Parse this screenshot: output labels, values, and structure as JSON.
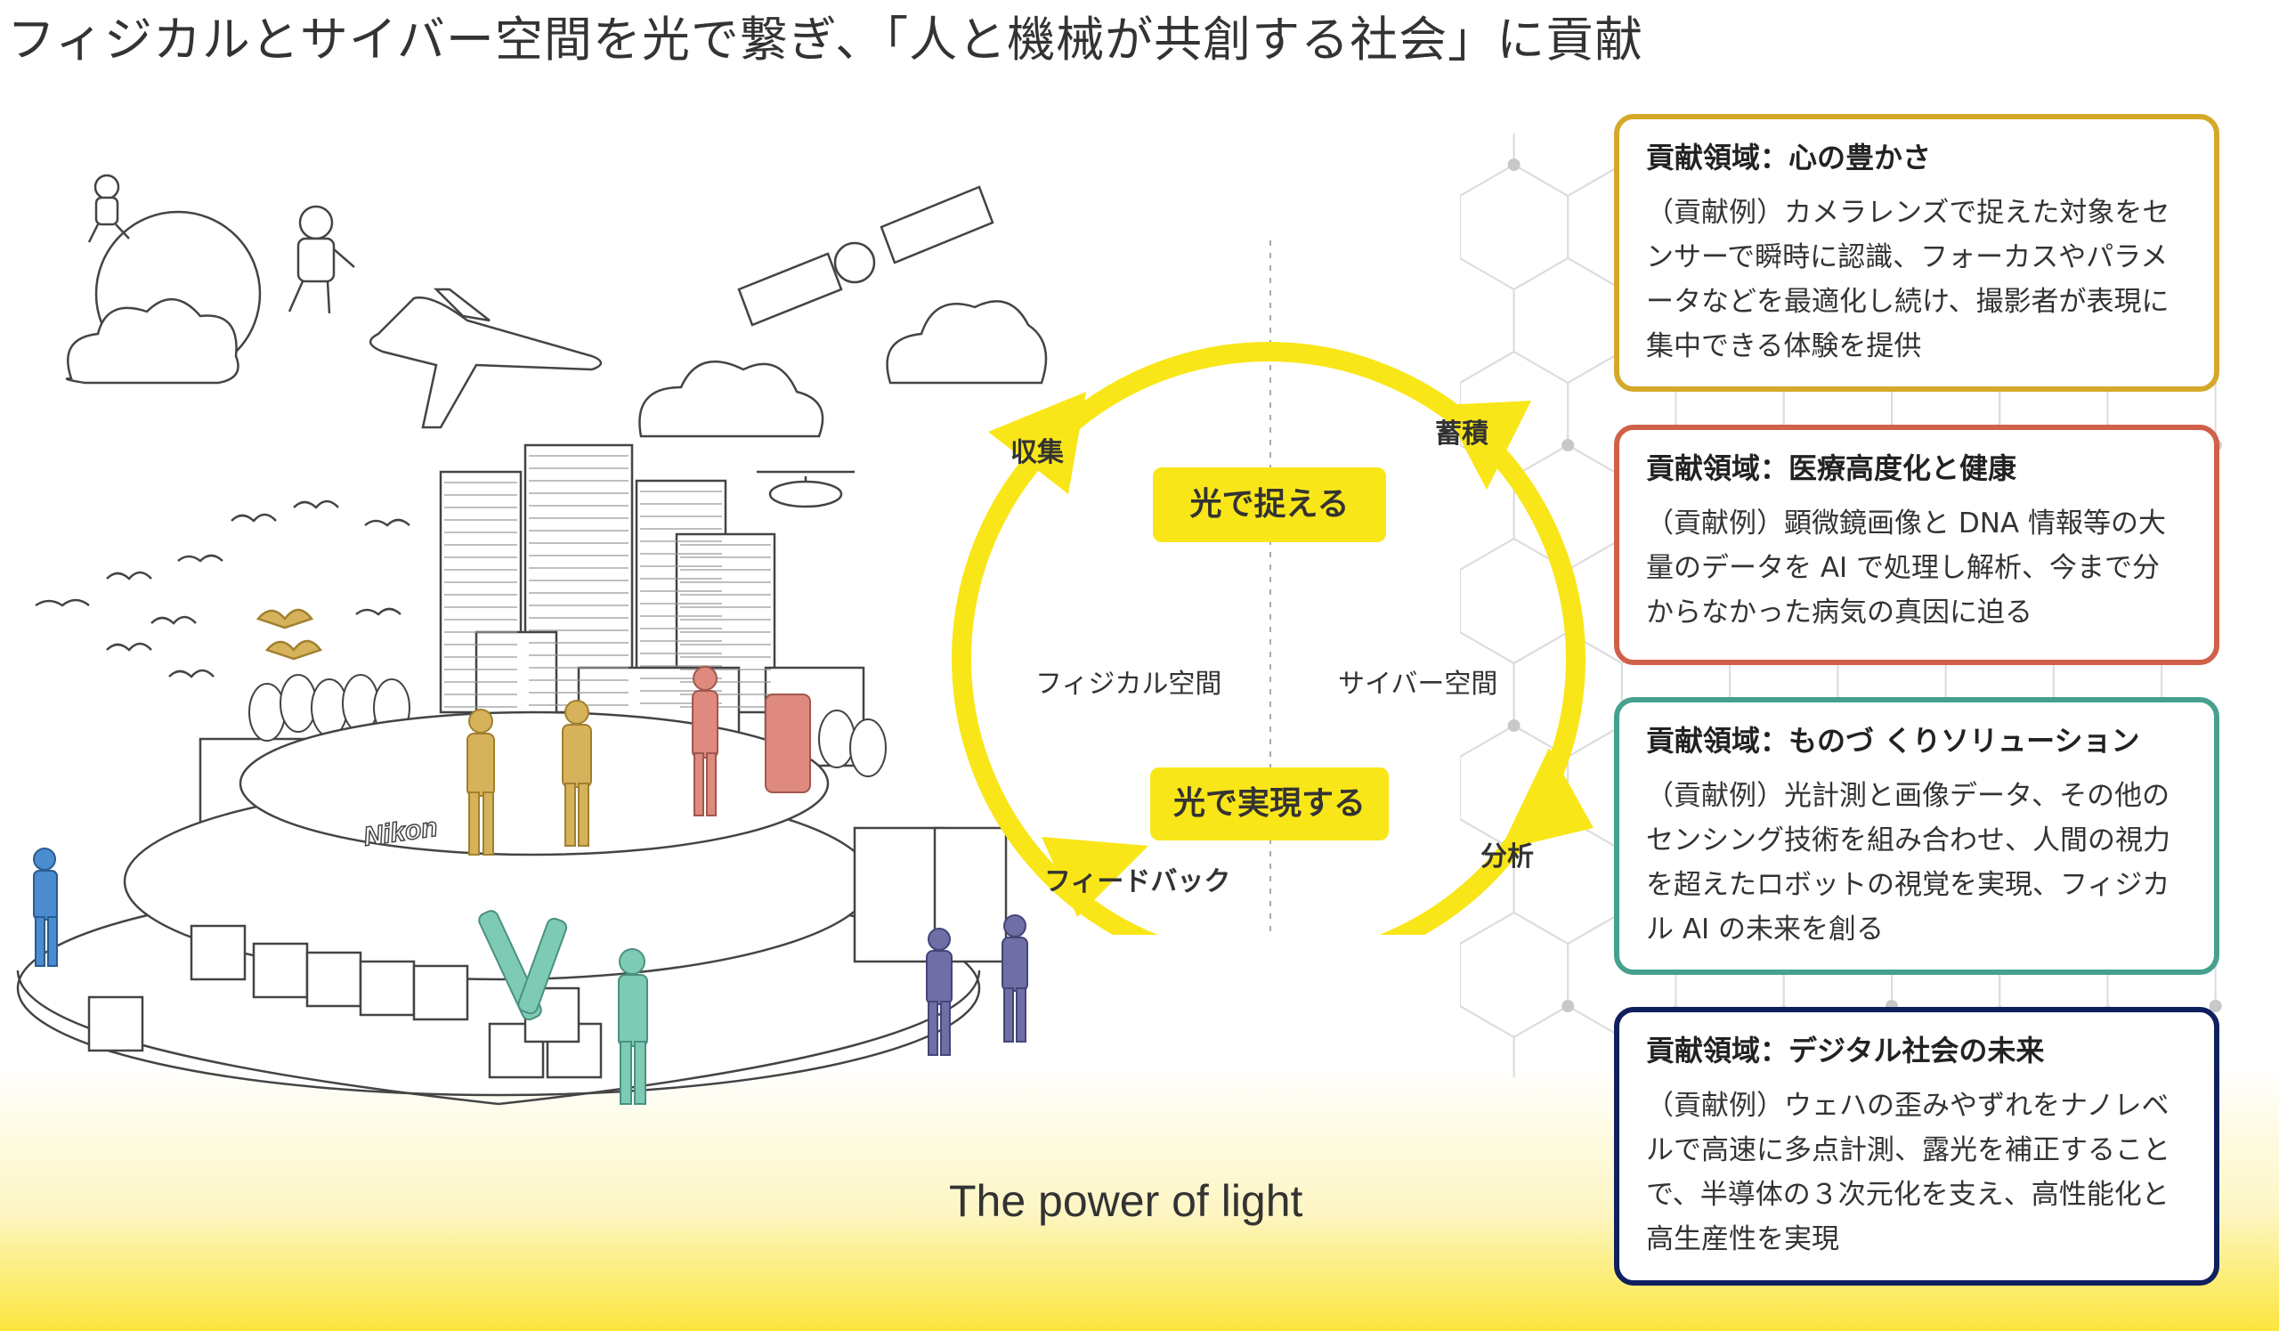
{
  "title": "フィジカルとサイバー空間を光で繋ぎ、「人と機械が共創する社会」に貢献",
  "tagline": "The power of light",
  "brand_logo_text": "Nikon",
  "cycle": {
    "pill_top": "光で捉える",
    "pill_bottom": "光で実現する",
    "space_left": "フィジカル空間",
    "space_right": "サイバー空間",
    "labels": {
      "collect": "収集",
      "accumulate": "蓄積",
      "analyze": "分析",
      "feedback": "フィードバック"
    },
    "ring_color": "#f9e619"
  },
  "cards": [
    {
      "title": "貢献領域：心の豊かさ",
      "text": "（貢献例）カメラレンズで捉えた対象をセンサーで瞬時に認識、フォーカスやパラメータなどを最適化し続け、撮影者が表現に集中できる体験を提供",
      "color": "#d4a92a"
    },
    {
      "title": "貢献領域：医療高度化と健康",
      "text": "（貢献例）顕微鏡画像と DNA 情報等の大量のデータを AI で処理し解析、今まで分からなかった病気の真因に迫る",
      "color": "#d0604a"
    },
    {
      "title": "貢献領域：ものづ くりソリューション",
      "text": "（貢献例）光計測と画像データ、その他のセンシング技術を組み合わせ、人間の視力を超えたロボットの視覚を実現、フィジカル AI の未来を創る",
      "color": "#47a08e"
    },
    {
      "title": "貢献領域：デジタル社会の未来",
      "text": "（貢献例）ウェハの歪みやずれをナノレベルで高速に多点計測、露光を補正することで、半導体の３次元化を支え、高性能化と高生産性を実現",
      "color": "#10205e"
    }
  ],
  "figure_colors": {
    "blue": "#4a8ccf",
    "gold": "#d6b35a",
    "pink": "#de8a7e",
    "teal": "#7ecbb5",
    "purple": "#6f6fa6"
  }
}
